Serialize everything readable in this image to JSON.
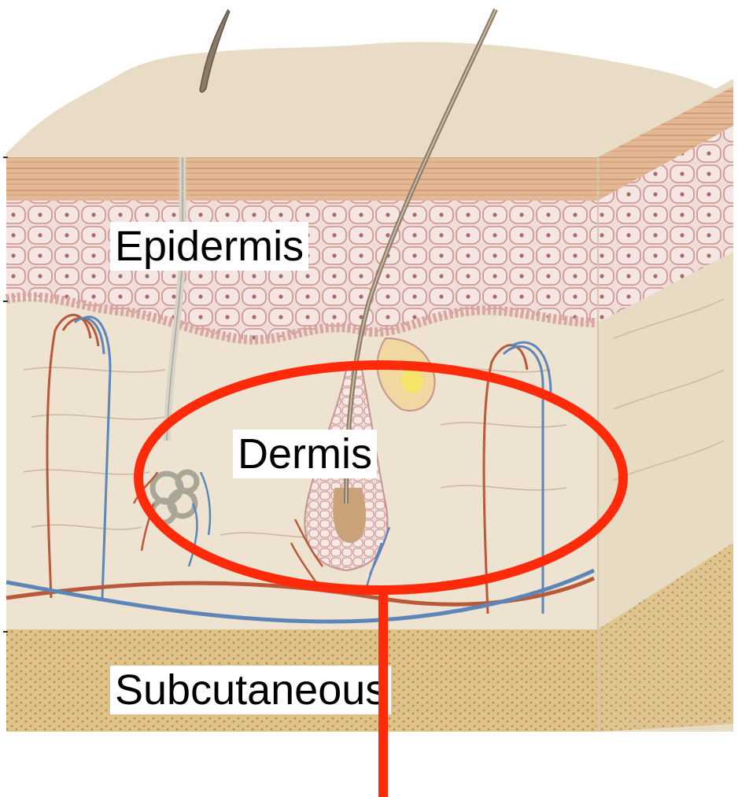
{
  "labels": {
    "epidermis": "Epidermis",
    "dermis": "Dermis",
    "subcutaneous": "Subcutaneous"
  },
  "highlight": {
    "target": "Dermis",
    "color": "#ff2a0a"
  },
  "colors": {
    "background": "#ffffff",
    "skin_top": "#e9dcc6",
    "stratum_corneum": "#e0b28f",
    "cells_fill": "#f0d8d6",
    "cells_stroke": "#c99591",
    "dermis": "#ede3d0",
    "fat": "#d9b97e",
    "artery": "#b85a3a",
    "vein": "#5d86b8",
    "hair": "#7a6a58"
  }
}
